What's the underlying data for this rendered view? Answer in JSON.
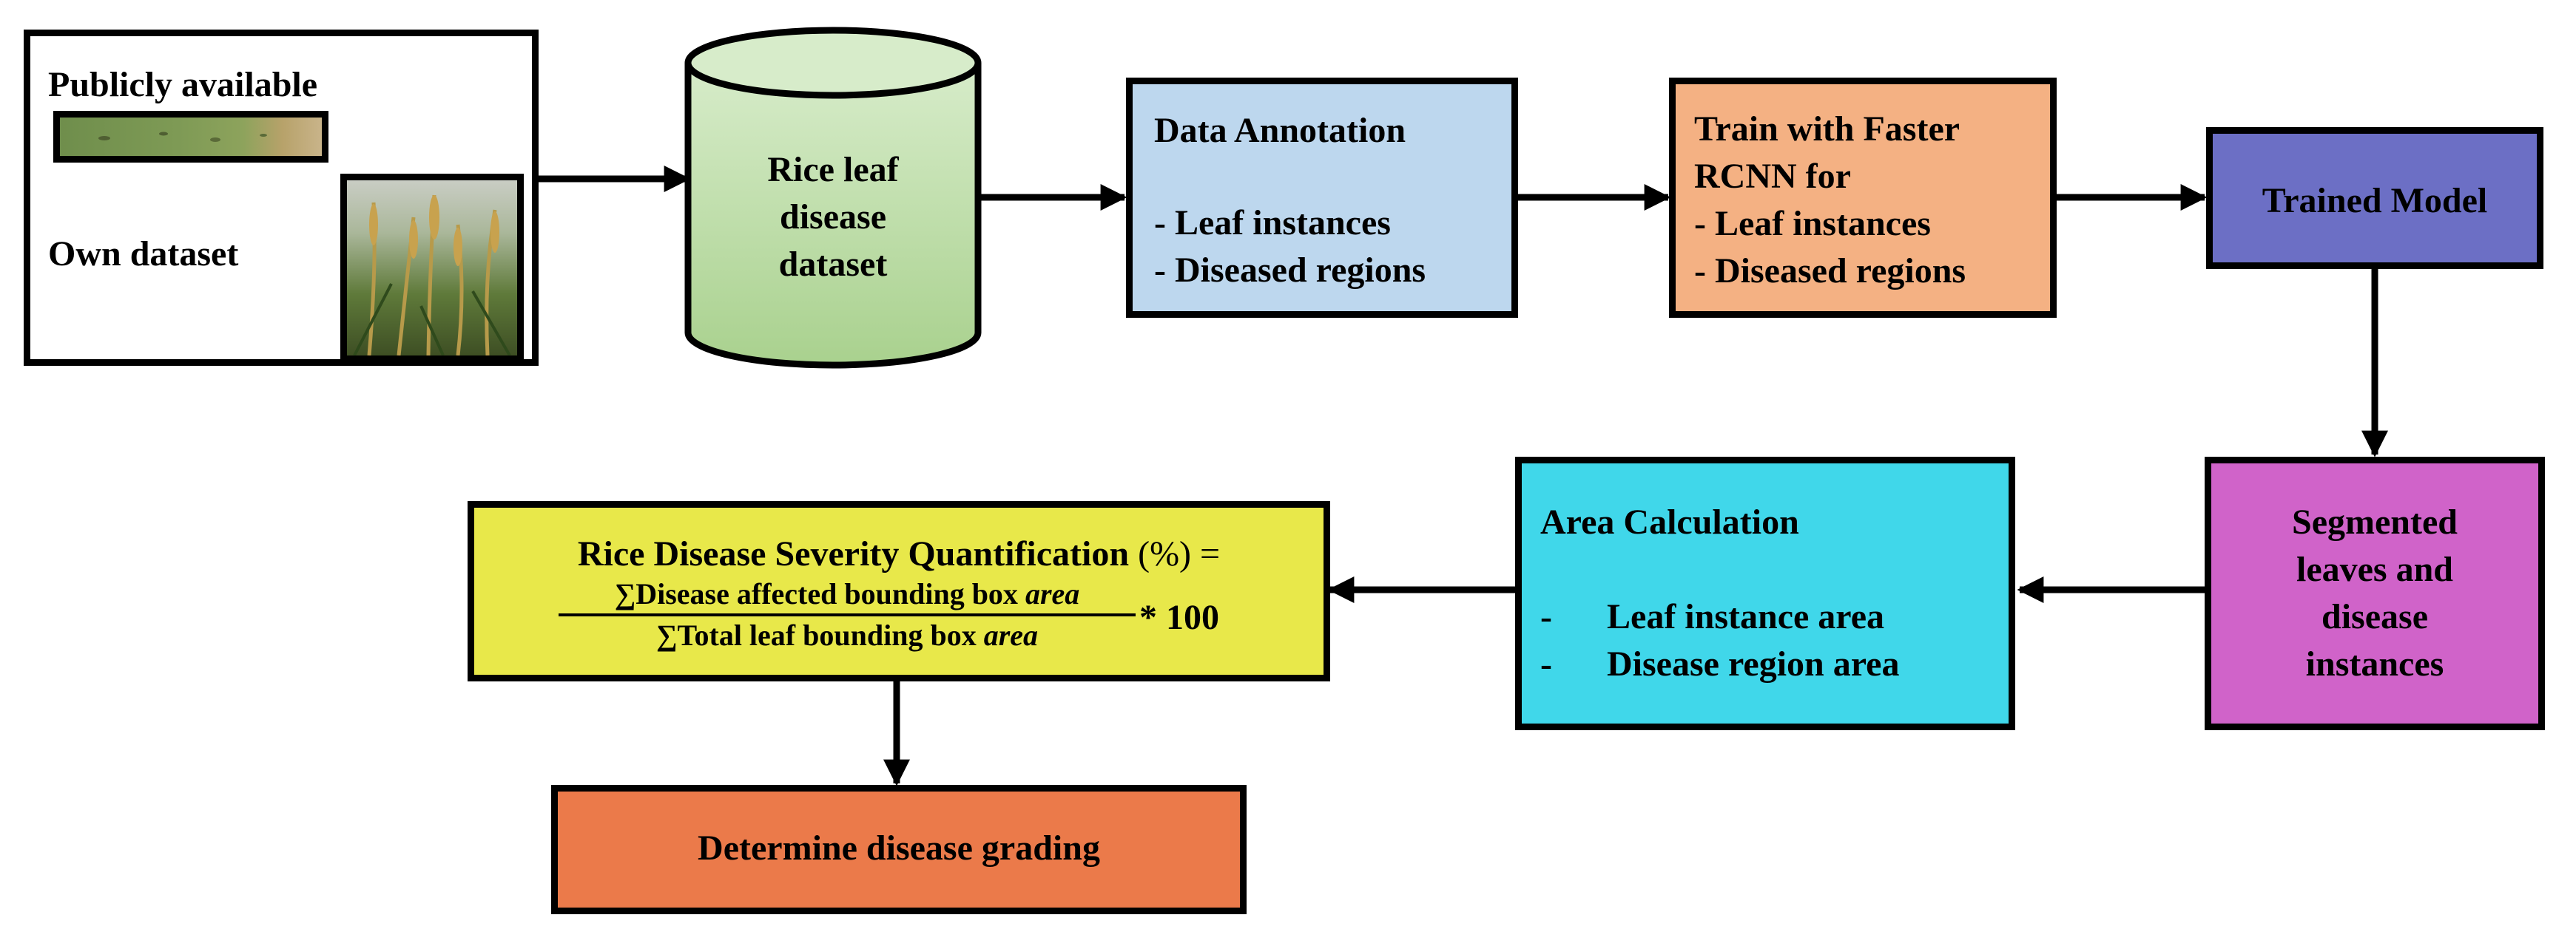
{
  "source": {
    "public_label": "Publicly available",
    "own_label": "Own dataset"
  },
  "dataset": {
    "line1": "Rice leaf",
    "line2": "disease",
    "line3": "dataset"
  },
  "annotation": {
    "title": "Data Annotation",
    "item1": "- Leaf instances",
    "item2": "- Diseased regions"
  },
  "train": {
    "line1": "Train with Faster",
    "line2": "RCNN for",
    "item1": "- Leaf instances",
    "item2": "- Diseased regions"
  },
  "trained_model": {
    "label": "Trained Model"
  },
  "segmented": {
    "line1": "Segmented",
    "line2": "leaves and",
    "line3": "disease",
    "line4": "instances"
  },
  "area": {
    "title": "Area Calculation",
    "item1_dash": "-",
    "item1": "Leaf instance area",
    "item2_dash": "-",
    "item2": "Disease region area"
  },
  "severity": {
    "title": "Rice Disease Severity Quantification",
    "title_suffix": "(%) =",
    "numerator": "∑Disease affected bounding box",
    "numerator_var": "area",
    "denominator": "∑Total leaf bounding box",
    "denominator_var": "area",
    "multiplier": "* 100"
  },
  "grading": {
    "label": "Determine disease grading"
  },
  "colors": {
    "dataset_fill": "#a9d18e",
    "annotation_fill": "#bdd7ee",
    "train_fill": "#f4b183",
    "trained_model_fill": "#6c6fc5",
    "segmented_fill": "#d063c9",
    "area_fill": "#40d7ea",
    "severity_fill": "#e8e84a",
    "grading_fill": "#eb7a4a"
  }
}
